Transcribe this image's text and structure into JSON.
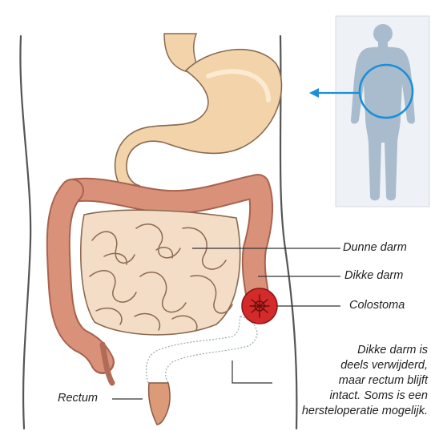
{
  "labels": {
    "dunne_darm": "Dunne darm",
    "dikke_darm": "Dikke darm",
    "colostoma": "Colostoma",
    "rectum": "Rectum"
  },
  "note_lines": [
    "Dikke darm is",
    "deels verwijderd,",
    "maar rectum blijft",
    "intact. Soms is een",
    "hersteloperatie mogelijk."
  ],
  "colors": {
    "torso_outline": "#555555",
    "stomach": "#f2d3aa",
    "small_intestine": "#f3ddc6",
    "large_intestine": "#d9917a",
    "stoma": "#d42a2a",
    "removed_section": "#ffffff",
    "inset_bg": "#eef1f5",
    "silhouette": "#a9bccd",
    "highlight": "#1b8fd8"
  },
  "icons": [
    "arrow-left-icon",
    "human-silhouette-icon"
  ]
}
